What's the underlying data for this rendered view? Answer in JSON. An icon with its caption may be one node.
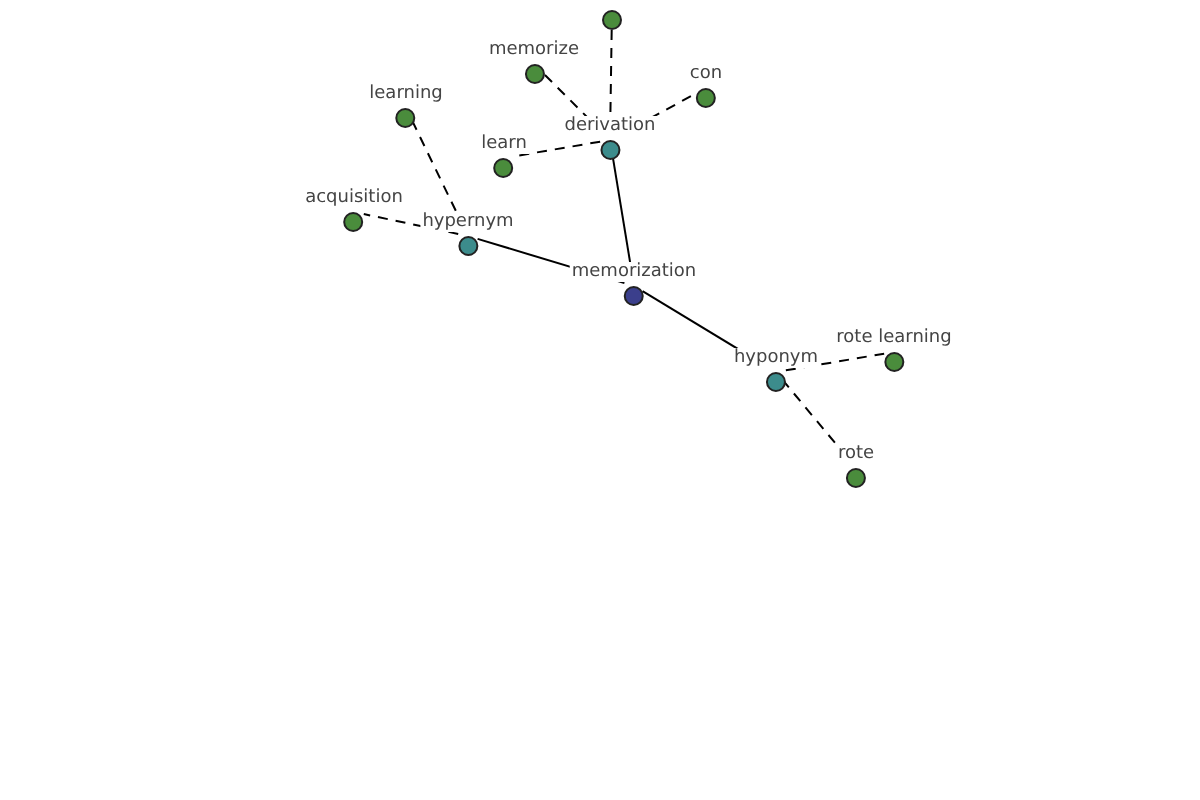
{
  "diagram": {
    "nodes": [
      {
        "text": [
          "memorization"
        ]
      },
      {
        "text": [
          "hypernym"
        ]
      },
      {
        "text": [
          "derivation"
        ]
      },
      {
        "text": [
          "hyponym"
        ]
      },
      {
        "text": [
          "acquisition"
        ]
      },
      {
        "text": [
          "learning"
        ]
      },
      {
        "text": [
          "learn"
        ]
      },
      {
        "text": [
          "memorize"
        ]
      },
      {
        "text": [],
        "shape": "circle"
      },
      {
        "text": [
          "con"
        ]
      },
      {
        "text": [
          "rote learning"
        ]
      },
      {
        "text": [
          "rote"
        ]
      }
    ],
    "edges": [
      {
        "from": 0,
        "to": 1,
        "arrow": "none"
      },
      {
        "from": 0,
        "to": 2,
        "arrow": "none"
      },
      {
        "from": 0,
        "to": 3,
        "arrow": "none"
      },
      {
        "from": 1,
        "to": 4,
        "arrow": "none",
        "style": "dashed"
      },
      {
        "from": 1,
        "to": 5,
        "arrow": "none",
        "style": "dashed"
      },
      {
        "from": 2,
        "to": 6,
        "arrow": "none",
        "style": "dashed"
      },
      {
        "from": 2,
        "to": 7,
        "arrow": "none",
        "style": "dashed"
      },
      {
        "from": 2,
        "to": 8,
        "arrow": "none",
        "style": "dashed"
      },
      {
        "from": 2,
        "to": 9,
        "arrow": "none",
        "style": "dashed"
      },
      {
        "from": 3,
        "to": 10,
        "arrow": "none",
        "style": "dashed"
      },
      {
        "from": 3,
        "to": 11,
        "arrow": "none",
        "style": "dashed"
      }
    ]
  }
}
